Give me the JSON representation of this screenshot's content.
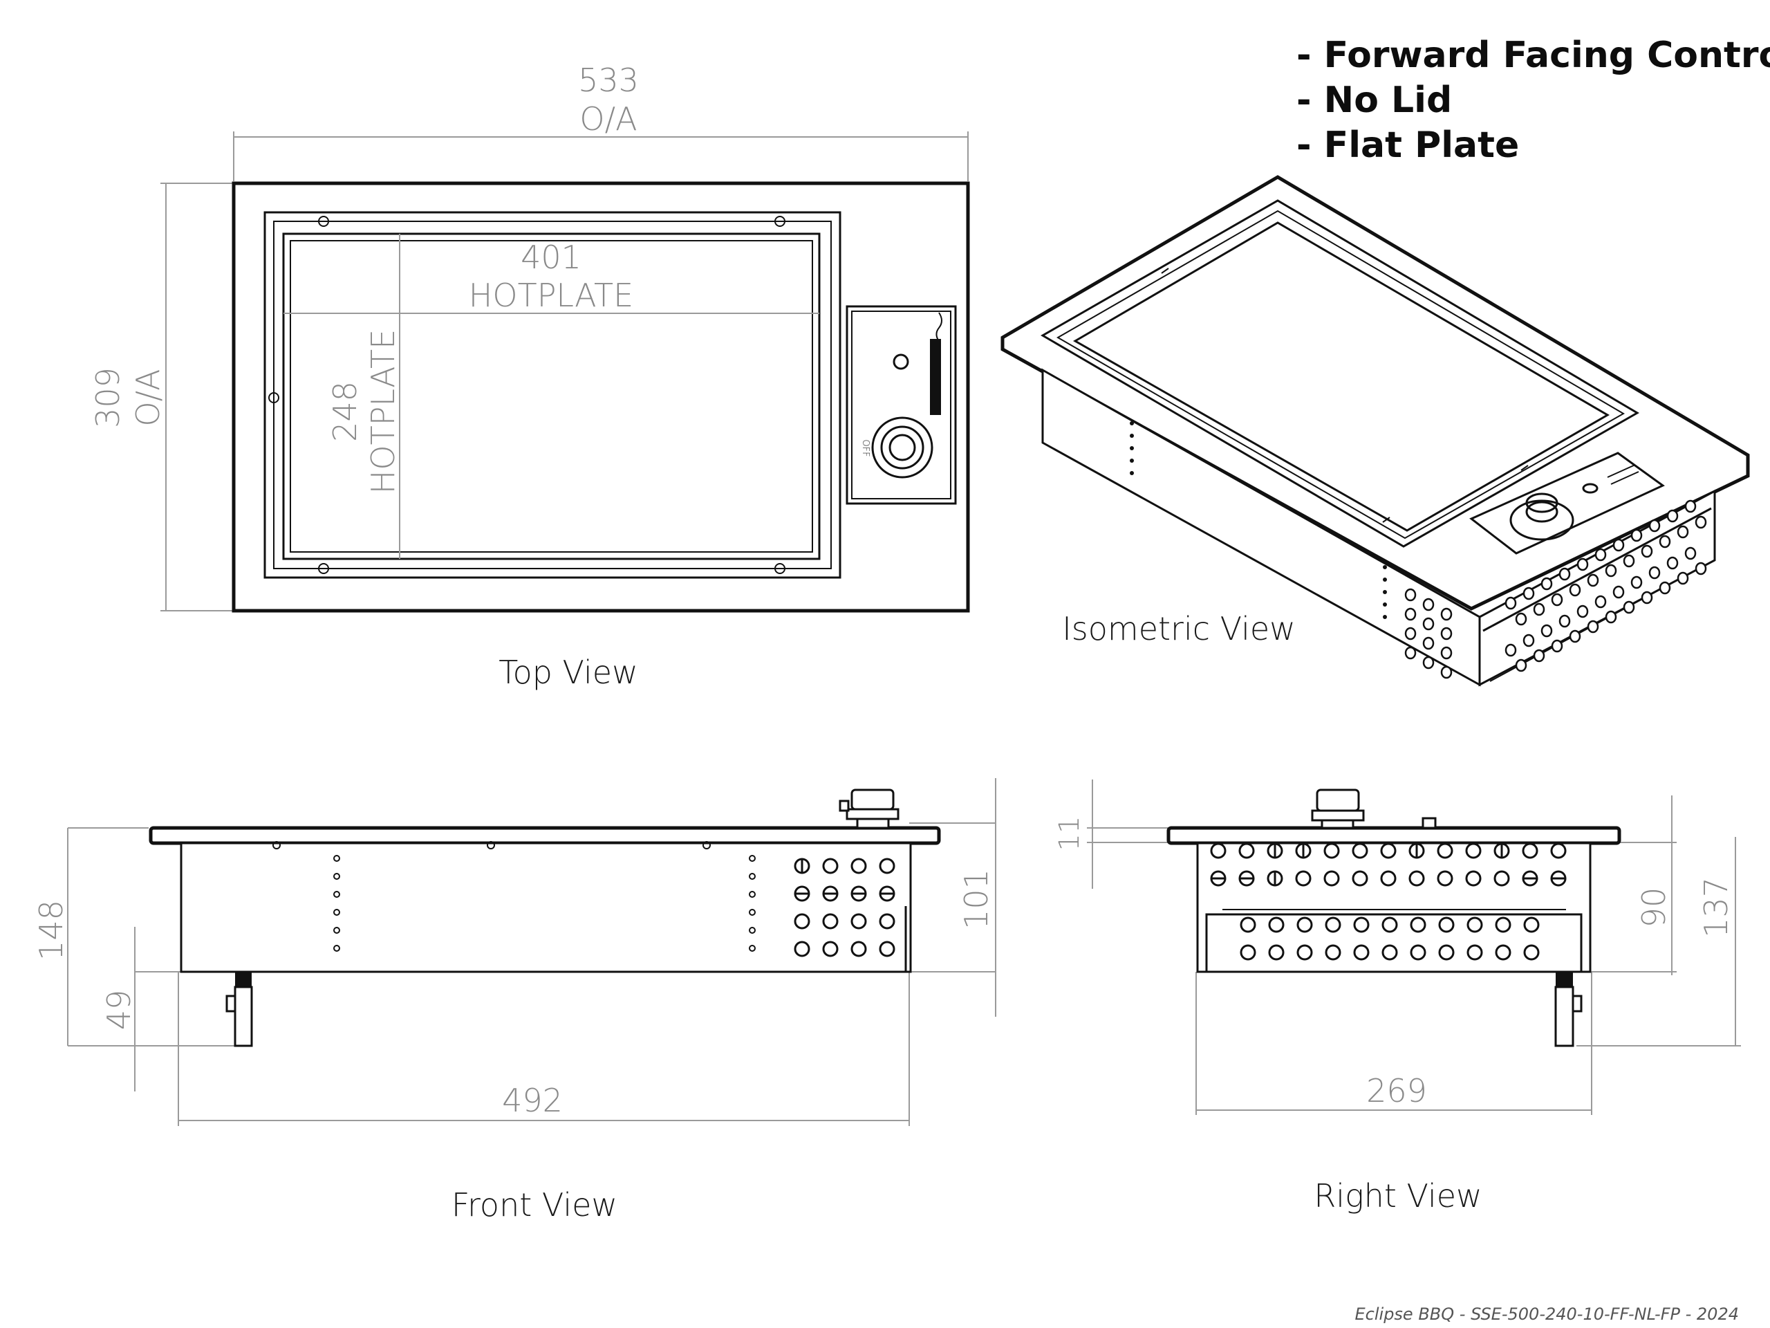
{
  "features": [
    "- Forward Facing Controls",
    "- No Lid",
    "- Flat Plate"
  ],
  "views": {
    "top": "Top View",
    "isometric": "Isometric  View",
    "front": "Front View",
    "right": "Right View"
  },
  "top_view": {
    "overall_width": {
      "value": "533",
      "note": "O/A"
    },
    "overall_depth": {
      "value": "309",
      "note": "O/A"
    },
    "hotplate_width": {
      "value": "401",
      "note": "HOTPLATE"
    },
    "hotplate_depth": {
      "value": "248",
      "note": "HOTPLATE"
    },
    "knob_label": "OFF"
  },
  "front_view": {
    "total_height": "148",
    "leg_height": "49",
    "body_height": "101",
    "body_width": "492"
  },
  "right_view": {
    "rim_height": "11",
    "inner_height": "90",
    "total_height": "137",
    "body_depth": "269"
  },
  "footer": "Eclipse BBQ - SSE-500-240-10-FF-NL-FP - 2024"
}
